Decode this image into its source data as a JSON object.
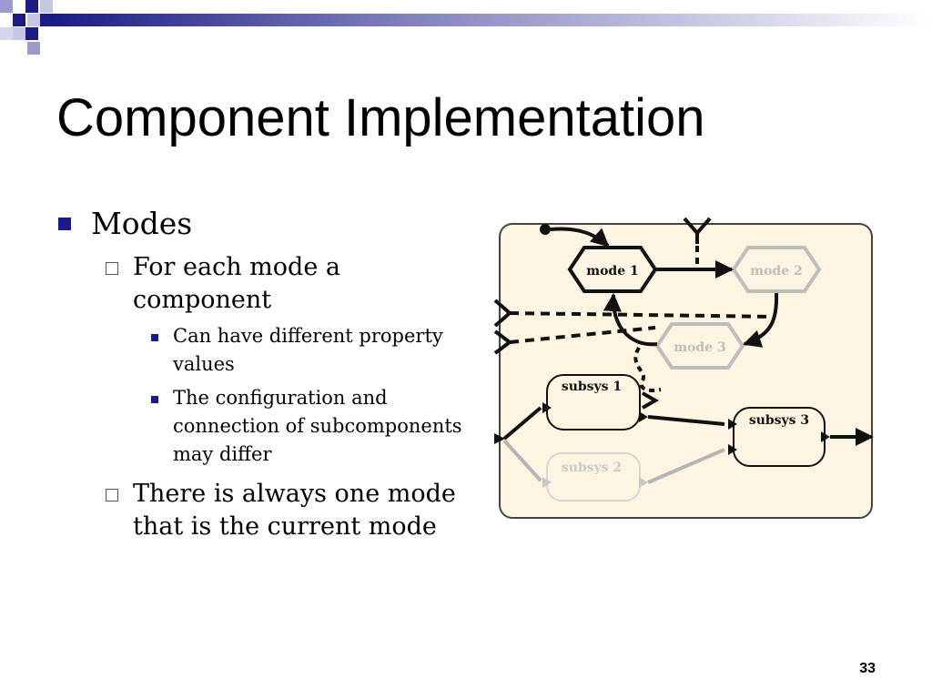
{
  "slide": {
    "title": "Component Implementation",
    "page_number": "33"
  },
  "bullets": {
    "modes": "Modes",
    "for_each_mode": "For each mode a component",
    "different_property": "Can have different property values",
    "configuration": "The configuration and connection of subcomponents may differ",
    "always_one_mode": "There is always one mode that is the current mode"
  },
  "diagram": {
    "mode1": "mode 1",
    "mode2": "mode 2",
    "mode3": "mode 3",
    "subsys1": "subsys 1",
    "subsys2": "subsys 2",
    "subsys3": "subsys 3"
  },
  "colors": {
    "accent_navy": "#1a1a8c",
    "diagram_bg": "#fdf5e1",
    "inactive_gray": "#bdbdbd"
  }
}
